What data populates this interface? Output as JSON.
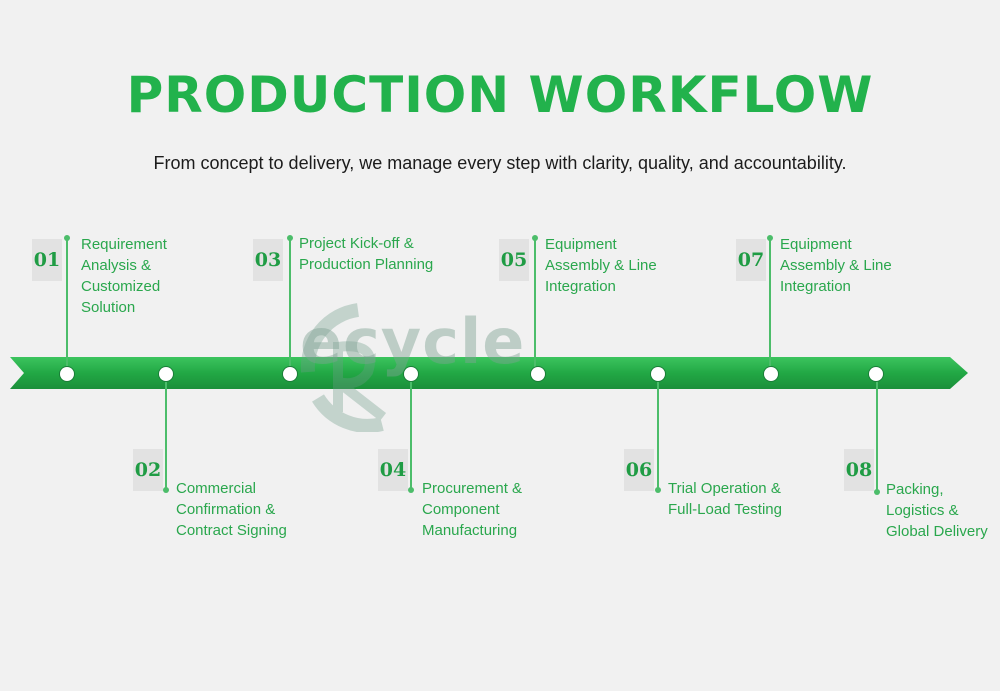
{
  "header": {
    "title": "PRODUCTION WORKFLOW",
    "subtitle": "From concept to delivery, we manage every step with clarity, quality, and accountability."
  },
  "watermark": {
    "text": "ecycle"
  },
  "colors": {
    "accent": "#22b24c",
    "arrow": "#2bb04c",
    "number_box": "#e2e2e2"
  },
  "steps": [
    {
      "number": "01",
      "label": "Requirement Analysis & Customized Solution",
      "position": "above"
    },
    {
      "number": "02",
      "label": "Commercial Confirmation & Contract Signing",
      "position": "below"
    },
    {
      "number": "03",
      "label": "Project Kick-off & Production Planning",
      "position": "above"
    },
    {
      "number": "04",
      "label": "Procurement & Component Manufacturing",
      "position": "below"
    },
    {
      "number": "05",
      "label": "Equipment Assembly & Line Integration",
      "position": "above"
    },
    {
      "number": "06",
      "label": "Trial Operation & Full-Load Testing",
      "position": "below"
    },
    {
      "number": "07",
      "label": "Equipment Assembly & Line Integration",
      "position": "above"
    },
    {
      "number": "08",
      "label": "Packing, Logistics & Global Delivery",
      "position": "below"
    }
  ]
}
